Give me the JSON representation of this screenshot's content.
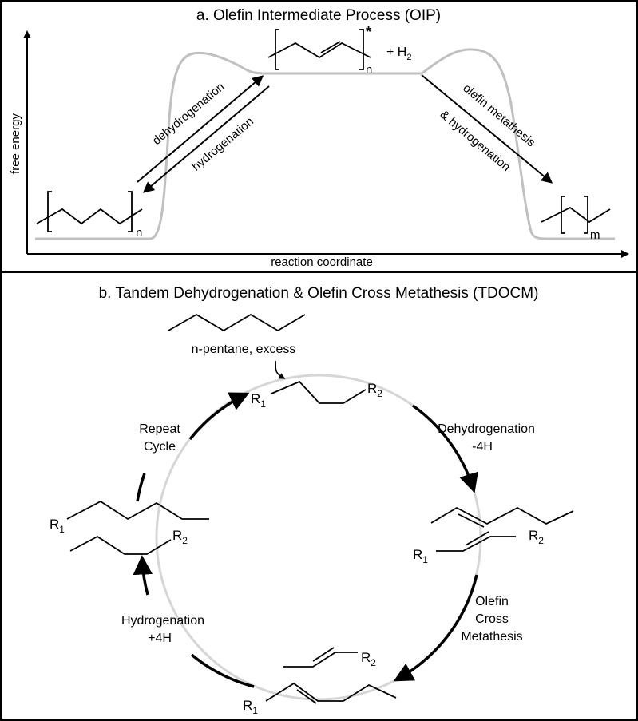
{
  "panel_a": {
    "title": "a. Olefin Intermediate Process (OIP)",
    "y_axis_label": "free energy",
    "x_axis_label": "reaction coordinate",
    "forward_arrow_label": "dehydrogenation",
    "reverse_arrow_label": "hydrogenation",
    "right_arrow_label_1": "olefin metathesis",
    "right_arrow_label_2": "& hydrogenation",
    "polymer_subscript_n": "n",
    "olefin_subscript_n": "n",
    "olefin_asterisk": "*",
    "h2_plus": "+ H",
    "h2_sub": "2",
    "product_subscript_m": "m"
  },
  "panel_b": {
    "title": "b. Tandem Dehydrogenation & Olefin Cross Metathesis (TDOCM)",
    "feed_label": "n-pentane, excess",
    "step_dehydrogenation": "Dehydrogenation",
    "step_dehydrogenation_h": "-4H",
    "step_metathesis_1": "Olefin",
    "step_metathesis_2": "Cross",
    "step_metathesis_3": "Metathesis",
    "step_hydrogenation": "Hydrogenation",
    "step_hydrogenation_h": "+4H",
    "step_repeat_1": "Repeat",
    "step_repeat_2": "Cycle",
    "r1": "R",
    "r1_sub": "1",
    "r2": "R",
    "r2_sub": "2"
  },
  "colors": {
    "ink": "#000000",
    "energy_curve": "#c0c0c0",
    "cycle_ring": "#d6d6d6",
    "border": "#000000"
  }
}
